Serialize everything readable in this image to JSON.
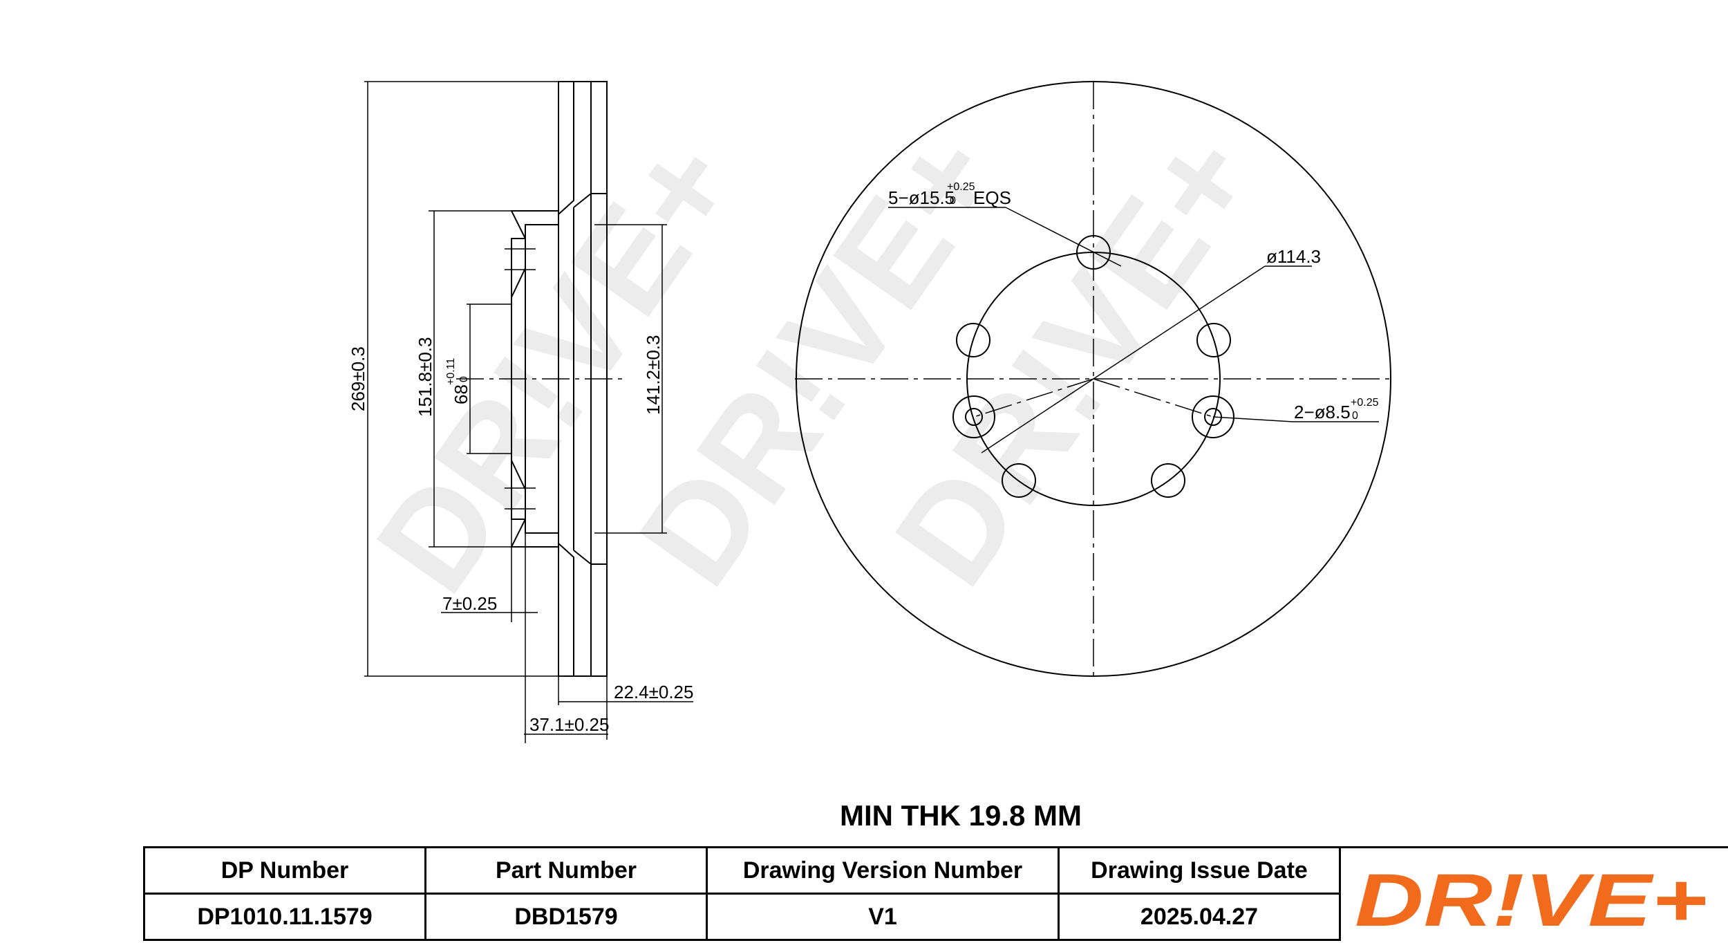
{
  "section_view": {
    "dim_outer_diameter": "269±0.3",
    "dim_inner_152": "151.8±0.3",
    "dim_center_bore": "68",
    "dim_center_bore_tol_upper": "+0.11",
    "dim_center_bore_tol_lower": "0",
    "dim_hat_141": "141.2±0.3",
    "dim_hat_thickness": "7±0.25",
    "dim_disc_thickness": "22.4±0.25",
    "dim_overall_height": "37.1±0.25"
  },
  "front_view": {
    "bolt_holes_label": "5−ø15.5",
    "bolt_holes_tol_upper": "+0.25",
    "bolt_holes_tol_lower": "0",
    "bolt_holes_suffix": "EQS",
    "pcd_label": "ø114.3",
    "small_holes_label": "2−ø8.5",
    "small_holes_tol_upper": "+0.25",
    "small_holes_tol_lower": "0"
  },
  "watermark": "DR!VE+",
  "min_thickness": "MIN THK 19.8 MM",
  "title_block": {
    "headers": [
      "DP Number",
      "Part Number",
      "Drawing Version Number",
      "Drawing Issue Date"
    ],
    "values": [
      "DP1010.11.1579",
      "DBD1579",
      "V1",
      "2025.04.27"
    ]
  },
  "logo": {
    "text": "DR!VE+",
    "color": "#f26a1b"
  }
}
